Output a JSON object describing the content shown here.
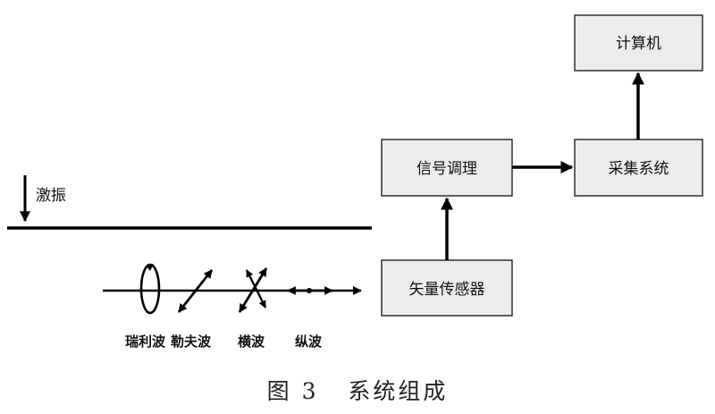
{
  "boxes": {
    "computer": "计算机",
    "acquisition": "采集系统",
    "conditioning": "信号调理",
    "sensor": "矢量传感器"
  },
  "excitation": "激振",
  "waves": {
    "rayleigh": "瑞利波",
    "love": "勒夫波",
    "transverse": "横波",
    "longitudinal": "纵波"
  },
  "caption": {
    "number": "图 3",
    "title": "系统组成"
  }
}
